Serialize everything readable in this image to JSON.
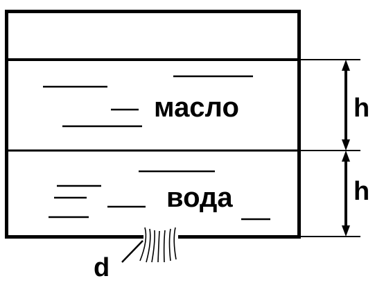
{
  "diagram": {
    "layers": {
      "oil": "масло",
      "water": "вода"
    },
    "dimensions": {
      "oil_height": "h",
      "water_height": "h",
      "hole_diameter": "d"
    },
    "colors": {
      "stroke": "#000000",
      "background": "#ffffff"
    }
  }
}
